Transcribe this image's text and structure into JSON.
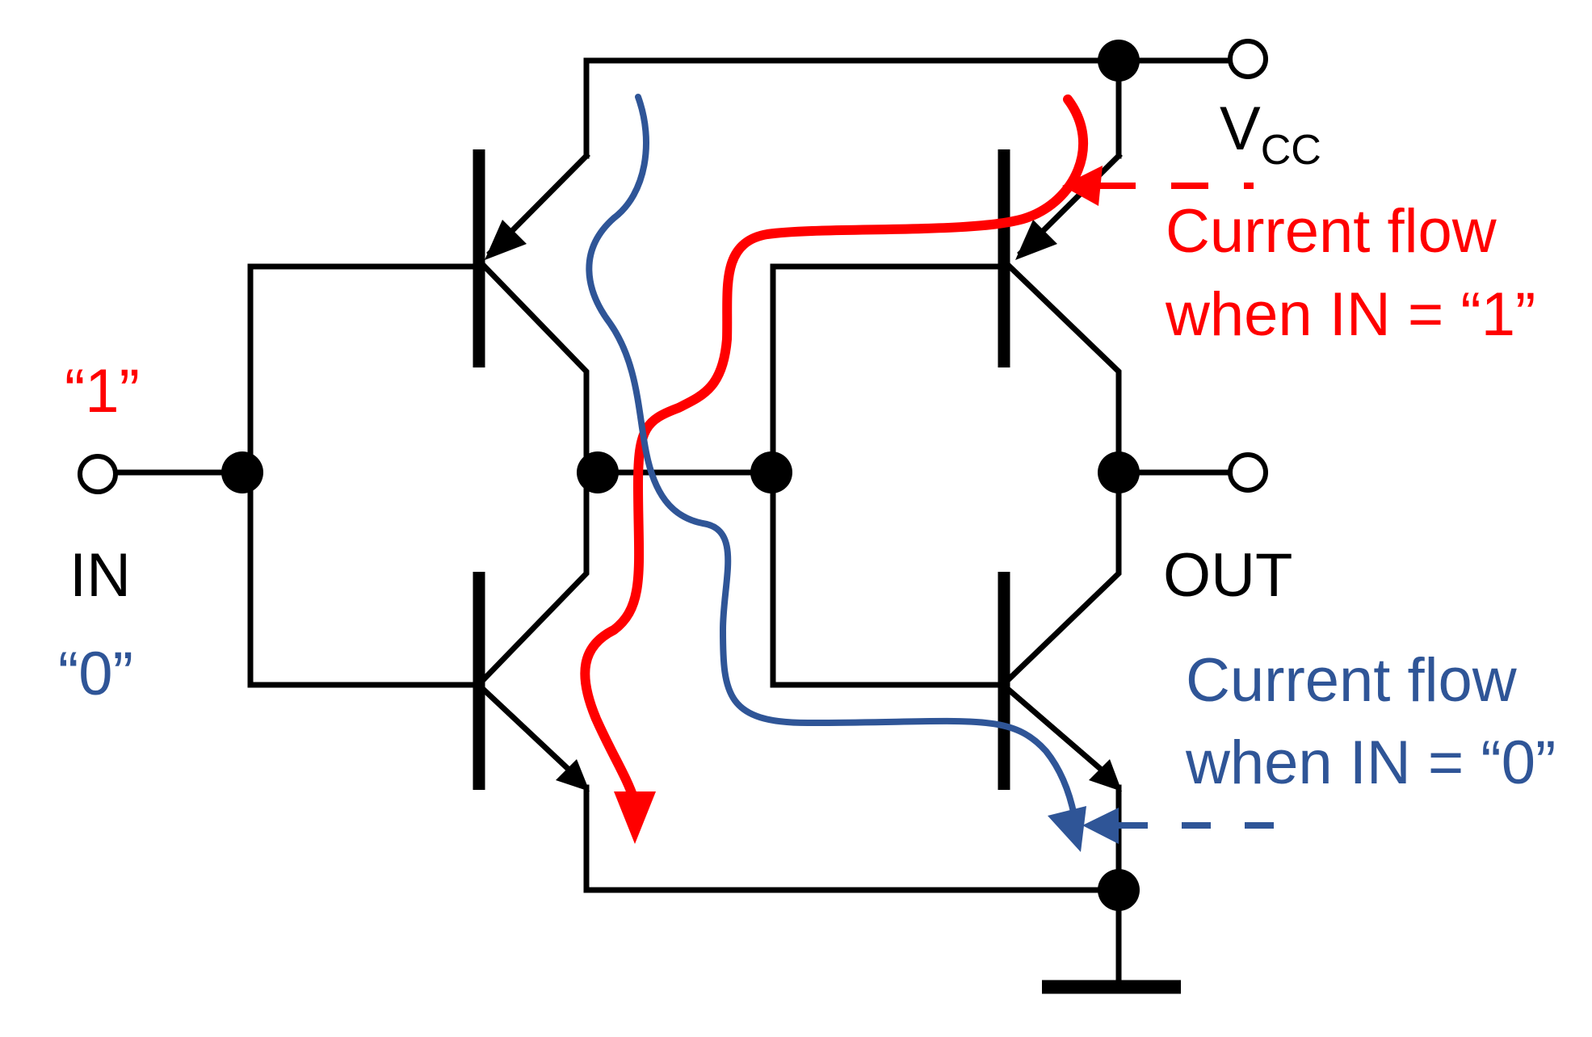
{
  "labels": {
    "vcc_main": "V",
    "vcc_sub": "CC",
    "in": "IN",
    "out": "OUT",
    "in_state_high": "“1”",
    "in_state_low": "“0”",
    "flow_high_line1": "Current flow",
    "flow_high_line2": "when IN = “1”",
    "flow_low_line1": "Current flow",
    "flow_low_line2": "when IN = “0”"
  },
  "colors": {
    "wire": "#000000",
    "flow_high": "#ff0000",
    "flow_low": "#2f5597",
    "background": "#ffffff"
  }
}
